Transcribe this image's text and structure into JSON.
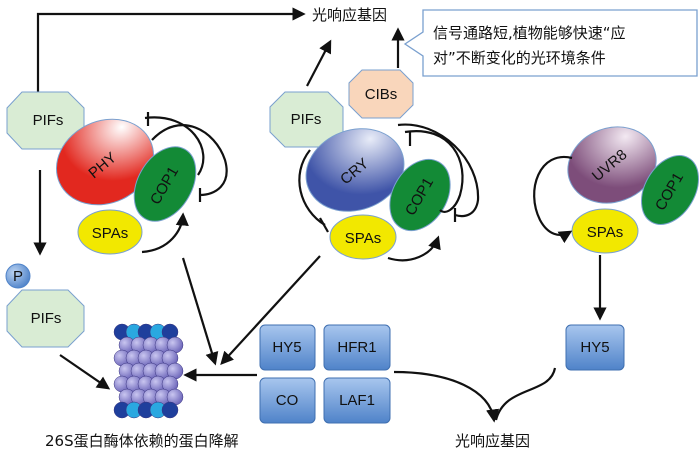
{
  "top_gene_label": "光响应基因",
  "bottom_gene_label": "光响应基因",
  "callout": {
    "line1": "信号通路短,植物能够快速“应",
    "line2": "对”不断变化的光环境条件"
  },
  "left_module": {
    "pifs": "PIFs",
    "phy": "PHY",
    "cop1": "COP1",
    "spas": "SPAs",
    "phospho": "P",
    "pifs_p": "PIFs"
  },
  "middle_module": {
    "pifs": "PIFs",
    "cibs": "CIBs",
    "cry": "CRY",
    "cop1": "COP1",
    "spas": "SPAs"
  },
  "right_module": {
    "uvr8": "UVR8",
    "cop1": "COP1",
    "spas": "SPAs",
    "hy5": "HY5"
  },
  "targets": {
    "hy5": "HY5",
    "hfr1": "HFR1",
    "co": "CO",
    "laf1": "LAF1"
  },
  "proteasome_label": "26S蛋白酶体依赖的蛋白降解",
  "colors": {
    "pifs": "#d9ecd4",
    "cibs": "#f9d6bb",
    "phy": "#e2281f",
    "cry": "#4a5fb0",
    "uvr8": "#8a5a86",
    "cop1": "#138a36",
    "spas": "#f2e800",
    "box": "#5d8fd0"
  }
}
